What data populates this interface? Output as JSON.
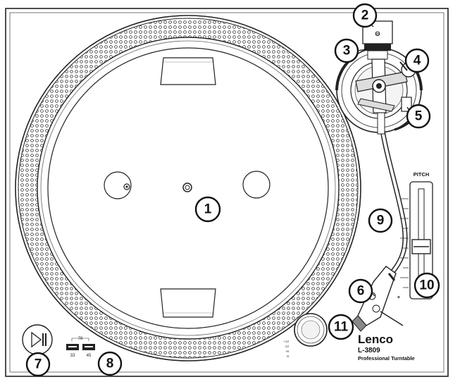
{
  "callouts": [
    {
      "id": "platter",
      "label": "1"
    },
    {
      "id": "headshell-rest",
      "label": "2"
    },
    {
      "id": "counterweight",
      "label": "3"
    },
    {
      "id": "antiskate",
      "label": "4"
    },
    {
      "id": "arm-lock",
      "label": "5"
    },
    {
      "id": "headshell",
      "label": "6"
    },
    {
      "id": "start-stop",
      "label": "7"
    },
    {
      "id": "speed-select",
      "label": "8"
    },
    {
      "id": "tonearm",
      "label": "9"
    },
    {
      "id": "pitch-slider",
      "label": "10"
    },
    {
      "id": "pitch-knob",
      "label": "11"
    }
  ],
  "pitch_label": "PITCH",
  "pitch_plus": "+",
  "pitch_minus": "-",
  "speed": {
    "label_78": "78",
    "label_33": "33",
    "label_45": "45"
  },
  "brand": {
    "name": "Lenco",
    "model": "L-3809",
    "tagline": "Professional Turntable"
  },
  "tonearm_symbol": "⊖",
  "knob_legend": [
    "+12",
    "-12",
    "+6",
    "-6"
  ]
}
